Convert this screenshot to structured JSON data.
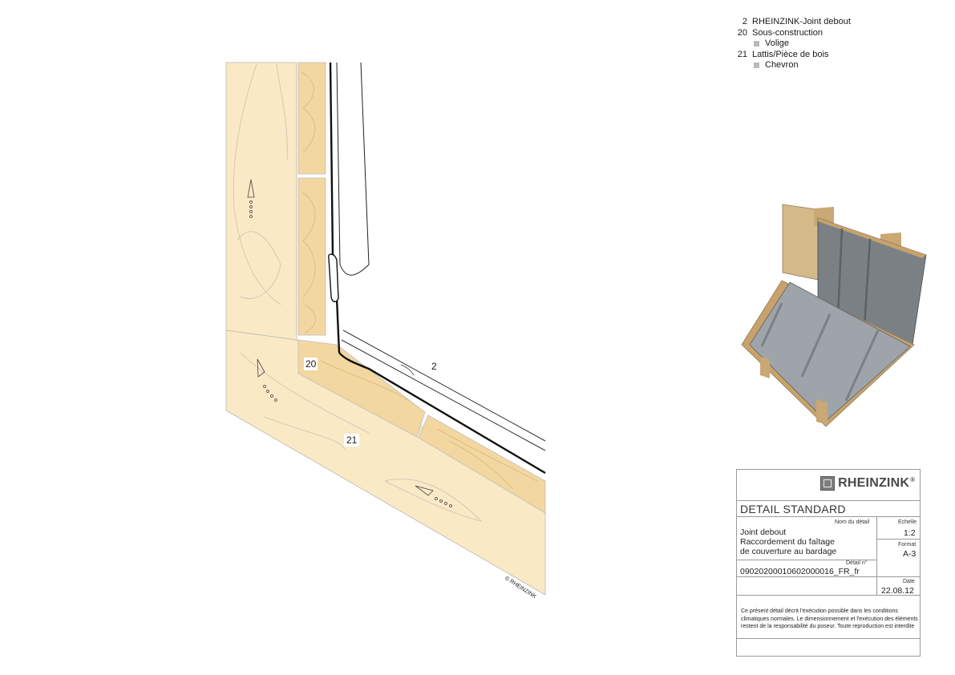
{
  "legend": {
    "items": [
      {
        "num": "2",
        "label": "RHEINZINK-Joint debout"
      },
      {
        "num": "20",
        "label": "Sous-construction",
        "sub": "Volige"
      },
      {
        "num": "21",
        "label": "Lattis/Pièce de bois",
        "sub": "Chevron"
      }
    ]
  },
  "callouts": {
    "c2": "2",
    "c20": "20",
    "c21": "21"
  },
  "copyright": "© RHEINZINK",
  "title_block": {
    "logo_text": "RHEINZINK",
    "logo_mark": "®",
    "heading": "DETAIL STANDARD",
    "name_label": "Nom du détail",
    "name_lines": [
      "Joint debout",
      "Raccordement du faîtage",
      "de couverture au bardage"
    ],
    "scale_label": "Echelle",
    "scale_value": "1:2",
    "format_label": "Format",
    "format_value": "A-3",
    "detail_no_label": "Détail n°",
    "detail_no_value": "09020200010602000016_FR_fr",
    "date_label": "Date",
    "date_value": "22.08.12",
    "note": "Ce présent détail décrit l'exécution possible dans les conditions climatiques normales. Le dimensionnement et l'exécution des éléments restent de la responsabilité du poseur. Toute reproduction est interdite"
  },
  "colors": {
    "wood": "#f7e3b8",
    "wood_dark": "#f1d49c",
    "zinc": "#9aa0a6",
    "zinc_dark": "#6b7075"
  }
}
